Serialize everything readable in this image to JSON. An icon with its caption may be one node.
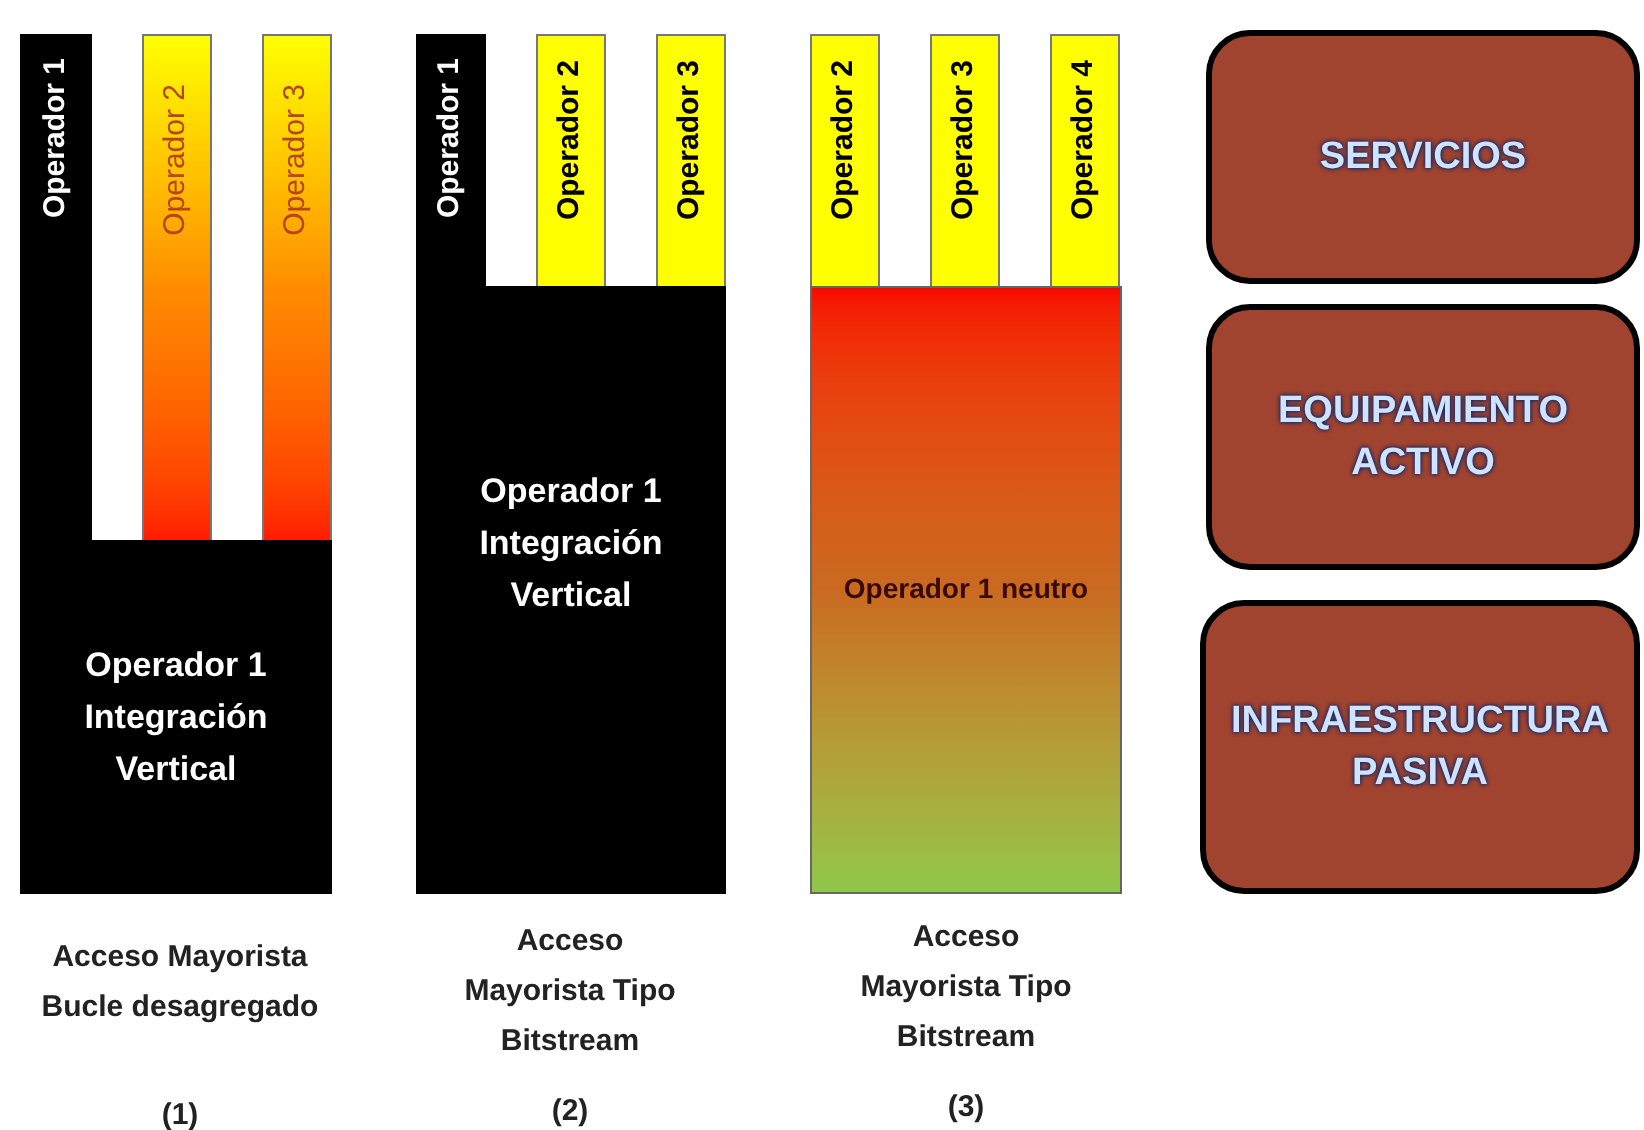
{
  "diagram": {
    "nodes": [
      {
        "text": [
          "Operador 1"
        ]
      },
      {
        "text": [
          "Operador 2"
        ]
      },
      {
        "text": [
          "Operador 3"
        ]
      },
      {
        "text": [
          "Operador 1 Integración Vertical"
        ]
      },
      {
        "text": [
          "Operador 1"
        ]
      },
      {
        "text": [
          "Operador 2"
        ]
      },
      {
        "text": [
          "Operador 3"
        ]
      },
      {
        "text": [
          "Operador 1 Integración Vertical"
        ]
      },
      {
        "text": [
          "Operador 2"
        ]
      },
      {
        "text": [
          "Operador 3"
        ]
      },
      {
        "text": [
          "Operador 4"
        ]
      },
      {
        "text": [
          "Operador 1 neutro"
        ]
      },
      {
        "text": [
          "SERVICIOS"
        ]
      },
      {
        "text": [
          "EQUIPAMIENTO ACTIVO"
        ]
      },
      {
        "text": [
          "INFRAESTRUCTURA PASIVA"
        ]
      }
    ],
    "edges": [],
    "labels": [
      "Acceso Mayorista Bucle desagregado",
      "(1)",
      "Acceso Mayorista Tipo Bitstream",
      "(2)",
      "Acceso Mayorista Tipo Bitstream",
      "(3)"
    ]
  }
}
